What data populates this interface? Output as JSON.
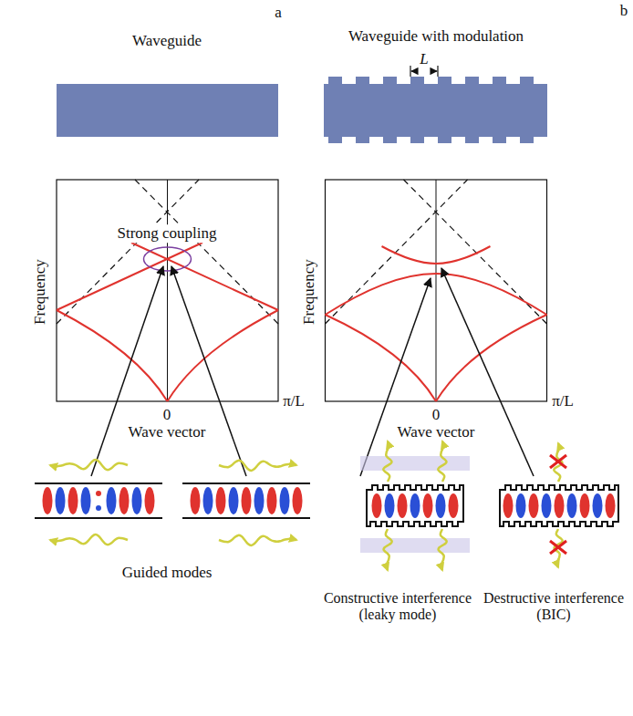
{
  "diagram": {
    "labels": [
      "Waveguide",
      "a",
      "Waveguide with modulation",
      "b",
      "L",
      "Frequency",
      "Strong coupling",
      "Frequency",
      "0",
      "π/L",
      "Wave vector",
      "0",
      "π/L",
      "Wave vector",
      "Guided modes",
      "Constructive interference (leaky mode)",
      "Destructive interference (BIC)"
    ]
  }
}
